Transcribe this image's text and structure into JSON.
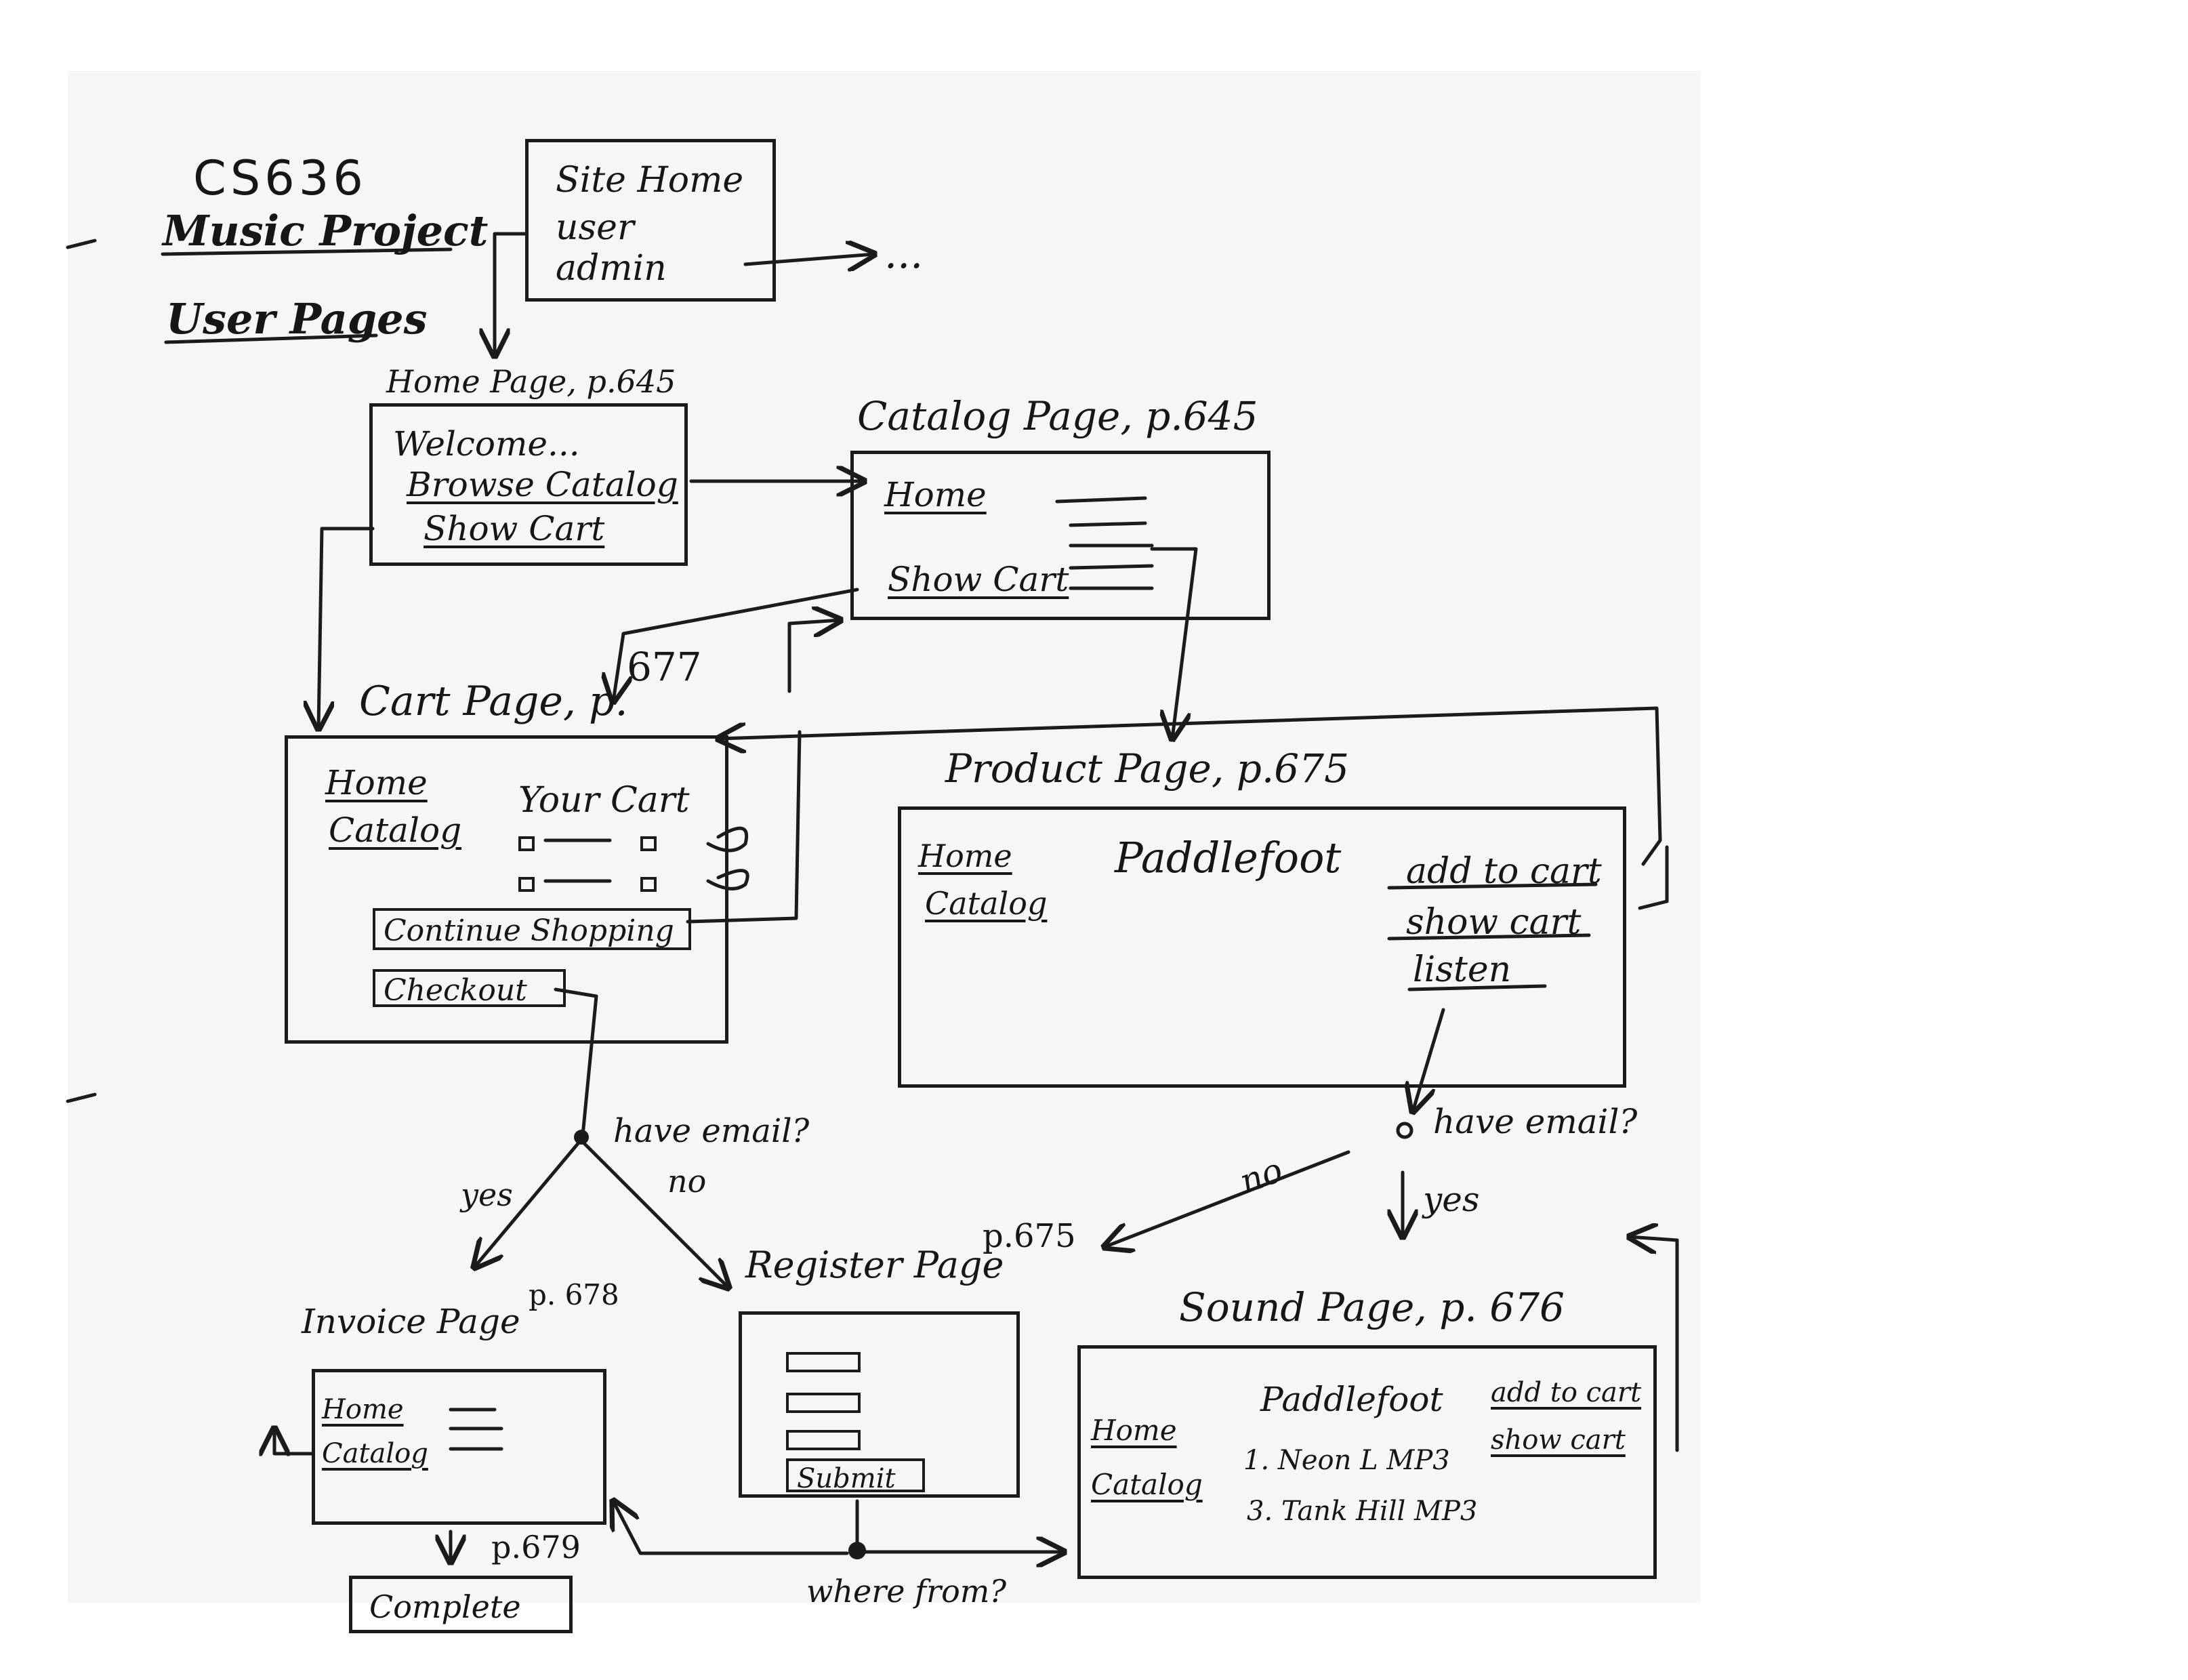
{
  "course": "CS636",
  "project": "Music Project",
  "section": "User Pages",
  "menu": {
    "items": [
      "Site Home",
      "user",
      "admin"
    ],
    "arrow_target": "..."
  },
  "home_page": {
    "title": "Home Page, p.645",
    "welcome": "Welcome...",
    "browse": "Browse Catalog",
    "show_cart": "Show Cart"
  },
  "catalog_page": {
    "title": "Catalog Page, p.645",
    "home": "Home",
    "show_cart": "Show Cart"
  },
  "cart_page": {
    "title": "Cart Page, p.",
    "page_ref": "677",
    "home": "Home",
    "catalog": "Catalog",
    "your_cart": "Your Cart",
    "continue": "Continue Shopping",
    "checkout": "Checkout"
  },
  "product_page": {
    "title": "Product Page, p.675",
    "home": "Home",
    "catalog": "Catalog",
    "product": "Paddlefoot",
    "add": "add to cart",
    "show": "show cart",
    "listen": "listen"
  },
  "decision_checkout": {
    "question": "have email?",
    "yes": "yes",
    "no": "no"
  },
  "decision_listen": {
    "question": "have email?",
    "yes": "yes",
    "no": "no"
  },
  "register_page": {
    "title": "Register Page",
    "page_ref": "p.675",
    "submit": "Submit",
    "below": "where from?"
  },
  "invoice_page": {
    "title": "Invoice Page",
    "page_ref": "p. 678",
    "home": "Home",
    "catalog": "Catalog"
  },
  "sound_page": {
    "title": "Sound Page, p. 676",
    "home": "Home",
    "catalog": "Catalog",
    "product": "Paddlefoot",
    "add": "add to cart",
    "show": "show cart",
    "track1": "1. Neon L MP3",
    "track3": "3. Tank Hill MP3"
  },
  "complete": {
    "ref": "p.679",
    "label": "Complete"
  }
}
